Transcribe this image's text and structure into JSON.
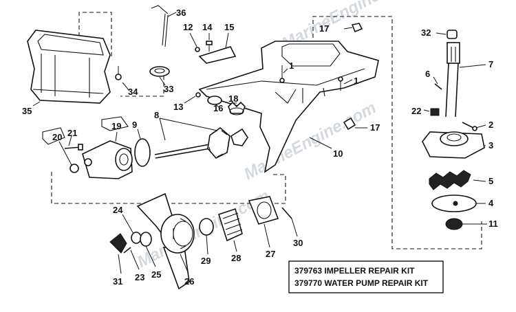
{
  "watermarks": [
    "MarineEngine.com",
    "MarineEngine.com",
    "MarineEngine.com"
  ],
  "callouts": [
    "36",
    "12",
    "14",
    "15",
    "17",
    "32",
    "7",
    "1",
    "1",
    "34",
    "33",
    "35",
    "13",
    "16",
    "18",
    "6",
    "22",
    "8",
    "9",
    "19",
    "21",
    "20",
    "17",
    "2",
    "3",
    "10",
    "5",
    "4",
    "24",
    "11",
    "29",
    "28",
    "27",
    "30",
    "31",
    "23",
    "25",
    "26"
  ],
  "kits": [
    {
      "line": "379763 IMPELLER REPAIR KIT"
    },
    {
      "line": "379770 WATER PUMP REPAIR KIT"
    }
  ]
}
